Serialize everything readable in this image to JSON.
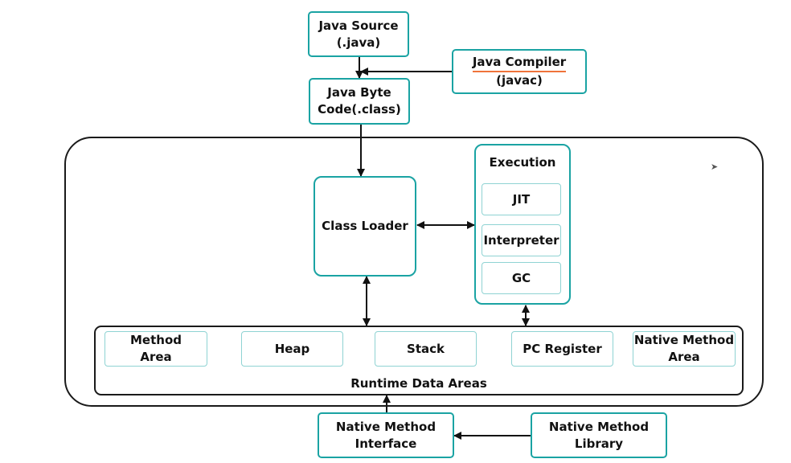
{
  "nodes": {
    "java_source": [
      "Java Source",
      "(.java)"
    ],
    "java_compiler": [
      "Java Compiler",
      "(javac)"
    ],
    "byte_code": [
      "Java Byte",
      "Code(.class)"
    ],
    "class_loader": "Class Loader",
    "execution": {
      "title": "Execution",
      "items": [
        "JIT",
        "Interpreter",
        "GC"
      ]
    },
    "runtime": {
      "label": "Runtime Data Areas",
      "areas": [
        [
          "Method",
          "Area"
        ],
        [
          "Heap"
        ],
        [
          "Stack"
        ],
        [
          "PC Register"
        ],
        [
          "Native Method",
          "Area"
        ]
      ]
    },
    "native_interface": [
      "Native Method",
      "Interface"
    ],
    "native_library": [
      "Native Method",
      "Library"
    ]
  },
  "colors": {
    "box_border": "#1aa3a3",
    "inner_border": "#8fd3d3",
    "outline": "#1a1a1a",
    "highlight": "#f0733a"
  }
}
